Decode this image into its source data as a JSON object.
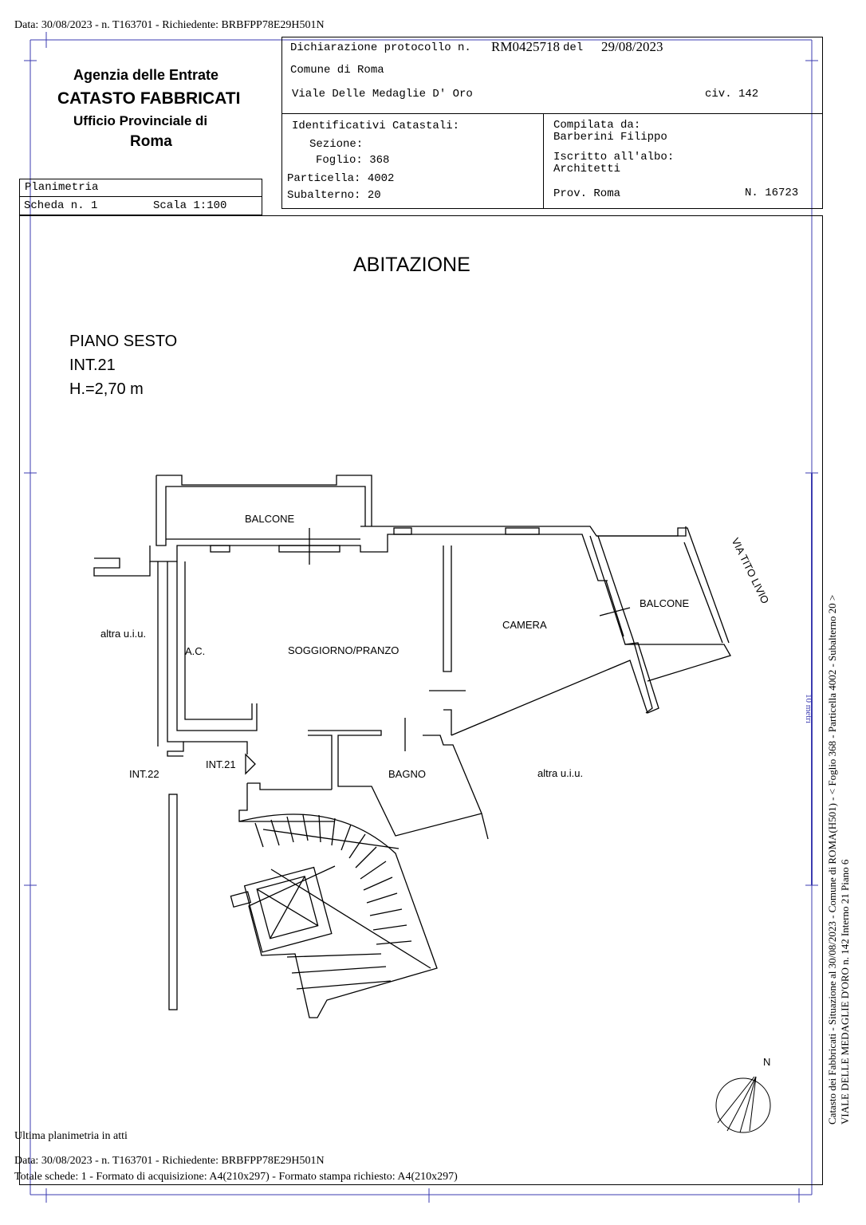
{
  "header": {
    "top_line": "Data: 30/08/2023 - n. T163701 - Richiedente: BRBFPP78E29H501N",
    "agency_line1": "Agenzia delle Entrate",
    "agency_line2": "CATASTO FABBRICATI",
    "agency_line3": "Ufficio Provinciale di",
    "agency_line4": "Roma",
    "planimetria_label": "Planimetria",
    "scheda_label": "Scheda n. 1",
    "scala_label": "Scala 1:100",
    "dichiarazione_label": "Dichiarazione protocollo n.",
    "protocollo_number": "RM0425718",
    "del_label": "del",
    "protocollo_date": "29/08/2023",
    "comune": "Comune di Roma",
    "address": "Viale Delle Medaglie D' Oro",
    "civico": "civ. 142",
    "identificativi_label": "Identificativi Catastali:",
    "sezione_label": "Sezione:",
    "foglio_label": "Foglio: 368",
    "particella_label": "Particella: 4002",
    "subalterno_label": "Subalterno: 20",
    "compilata_label": "Compilata da:",
    "compilata_name": "Barberini Filippo",
    "iscritto_label": "Iscritto all'albo:",
    "iscritto_value": "Architetti",
    "prov_label": "Prov. Roma",
    "numero_label": "N. 16723"
  },
  "plan": {
    "title": "ABITAZIONE",
    "floor": "PIANO SESTO",
    "interior": "INT.21",
    "height": "H.=2,70 m",
    "rooms": {
      "balcone_top": "BALCONE",
      "balcone_right": "BALCONE",
      "camera": "CAMERA",
      "altra_left": "altra u.i.u.",
      "ac": "A.C.",
      "soggiorno": "SOGGIORNO/PRANZO",
      "int21": "INT.21",
      "int22": "INT.22",
      "bagno": "BAGNO",
      "altra_right": "altra u.i.u.",
      "street": "VIA TITO LIVIO"
    },
    "north": "N",
    "scale_bar_label": "10 metri"
  },
  "side_text": {
    "line1": "Catasto dei Fabbricati - Situazione al 30/08/2023 - Comune di ROMA(H501) - < Foglio 368 - Particella 4002 - Subalterno 20 >",
    "line2": "VIALE DELLE MEDAGLIE D'ORO n. 142 Interno 21 Piano 6"
  },
  "footer": {
    "ultima": "Ultima planimetria in atti",
    "data_line": "Data: 30/08/2023 - n. T163701 - Richiedente: BRBFPP78E29H501N",
    "totale_line": "Totale schede: 1 - Formato di acquisizione: A4(210x297)  - Formato stampa richiesto: A4(210x297)"
  },
  "colors": {
    "ink": "#000000",
    "frame": "#3b3bb0"
  }
}
